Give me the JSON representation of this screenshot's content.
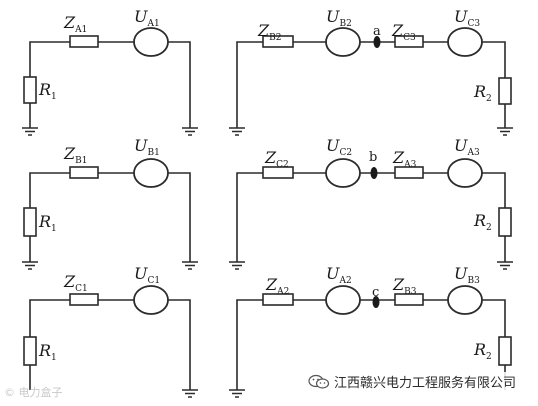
{
  "circuits": [
    {
      "id": "left-1",
      "impedance": {
        "main": "Z",
        "sub": "A1"
      },
      "source": {
        "main": "U",
        "sub": "A1"
      },
      "resistor": {
        "main": "R",
        "sub": "1"
      }
    },
    {
      "id": "left-2",
      "impedance": {
        "main": "Z",
        "sub": "B1"
      },
      "source": {
        "main": "U",
        "sub": "B1"
      },
      "resistor": {
        "main": "R",
        "sub": "1"
      }
    },
    {
      "id": "left-3",
      "impedance": {
        "main": "Z",
        "sub": "C1"
      },
      "source": {
        "main": "U",
        "sub": "C1"
      },
      "resistor": {
        "main": "R",
        "sub": "1"
      }
    },
    {
      "id": "right-1",
      "impedance1": {
        "main": "Z",
        "sub": "B2"
      },
      "source1": {
        "main": "U",
        "sub": "B2"
      },
      "node": "a",
      "impedance2": {
        "main": "Z",
        "sub": "C3"
      },
      "source2": {
        "main": "U",
        "sub": "C3"
      },
      "resistor": {
        "main": "R",
        "sub": "2"
      }
    },
    {
      "id": "right-2",
      "impedance1": {
        "main": "Z",
        "sub": "C2"
      },
      "source1": {
        "main": "U",
        "sub": "C2"
      },
      "node": "b",
      "impedance2": {
        "main": "Z",
        "sub": "A3"
      },
      "source2": {
        "main": "U",
        "sub": "A3"
      },
      "resistor": {
        "main": "R",
        "sub": "2"
      }
    },
    {
      "id": "right-3",
      "impedance1": {
        "main": "Z",
        "sub": "A2"
      },
      "source1": {
        "main": "U",
        "sub": "A2"
      },
      "node": "c",
      "impedance2": {
        "main": "Z",
        "sub": "B3"
      },
      "source2": {
        "main": "U",
        "sub": "B3"
      },
      "resistor": {
        "main": "R",
        "sub": "2"
      }
    }
  ],
  "watermark": {
    "left_text": "© 电力盒子",
    "right_text": "江西赣兴电力工程服务有限公司",
    "icon": "wechat-icon"
  }
}
